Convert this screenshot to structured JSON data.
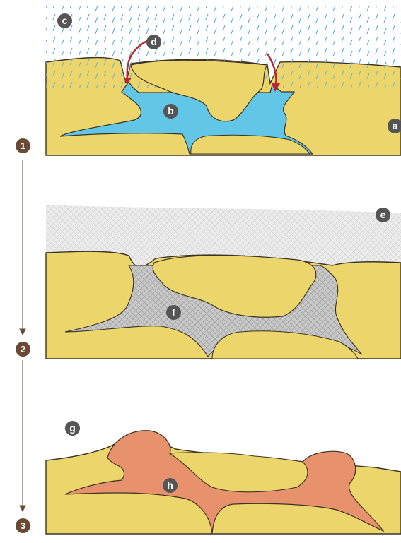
{
  "steps": [
    {
      "number": "1"
    },
    {
      "number": "2"
    },
    {
      "number": "3"
    }
  ],
  "labels": {
    "a": "a",
    "b": "b",
    "c": "c",
    "d": "d",
    "e": "e",
    "f": "f",
    "g": "g",
    "h": "h"
  },
  "colors": {
    "rock": "#ecd66b",
    "outline": "#3c3326",
    "water": "#62c6e6",
    "rain": "#5aaedf",
    "infill": "#c7c7c7",
    "clay": "#e7916d",
    "arrow": "#b8262f",
    "step_marker": "#6a4a33",
    "label_badge": "#555555"
  }
}
